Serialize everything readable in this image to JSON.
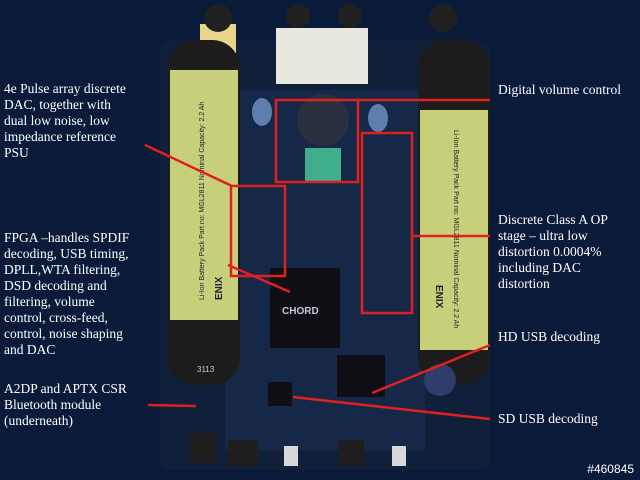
{
  "labels": {
    "pulse_array": "4e Pulse array discrete\nDAC, together with\ndual low noise, low\nimpedance reference\nPSU",
    "fpga": "FPGA –handles SPDIF\ndecoding, USB timing,\nDPLL,WTA filtering,\nDSD decoding and\nfiltering, volume\ncontrol, cross-feed,\ncontrol, noise shaping\nand DAC",
    "a2dp": "A2DP and APTX CSR\nBluetooth module\n(underneath)",
    "digital_volume": "Digital volume control",
    "class_a": "Discrete Class A OP\nstage – ultra low\ndistortion 0.0004%\nincluding DAC\ndistortion",
    "hd_usb": "HD USB decoding",
    "sd_usb": "SD USB decoding"
  },
  "board_text": {
    "chord": "CHORD",
    "enix": "ENIX",
    "battery_left": "Li-Ion Battery Pack  Part no: MGL2811  Nominal Capacity: 2.2 Ah",
    "battery_right": "Li-Ion Battery Pack  Part no: MGL2811  Nominal Capacity: 2.2 Ah",
    "chip_code": "3113"
  },
  "watermark": "#460845",
  "colors": {
    "background": "#0a1b3a",
    "accent": "#e02020",
    "label_text": "#ffffff",
    "battery": "#c8cf7a",
    "board": "#12233f"
  }
}
